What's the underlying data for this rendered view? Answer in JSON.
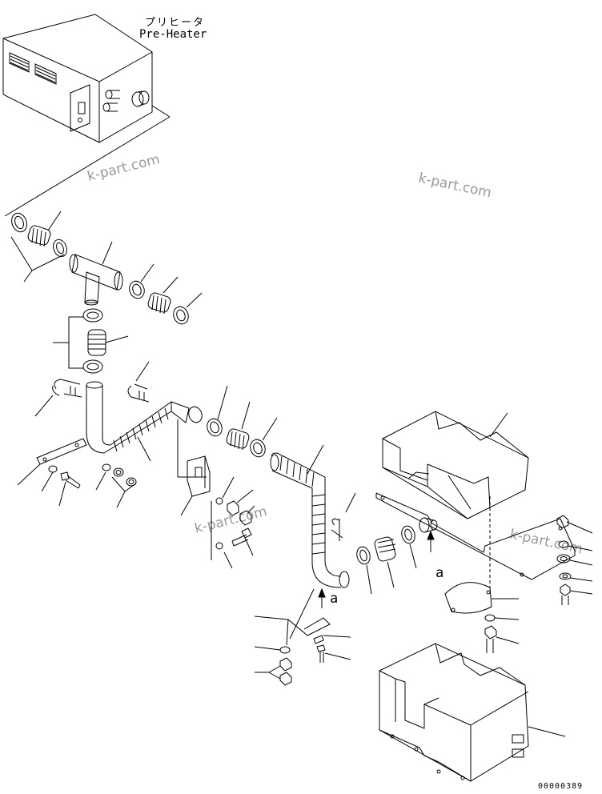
{
  "title": {
    "japanese": "プリヒータ",
    "english": "Pre-Heater"
  },
  "watermarks": [
    "k-part.com",
    "k-part.com",
    "k-part.com",
    "k-part.com"
  ],
  "arrow_labels": [
    "a",
    "a"
  ],
  "drawing_number": "00000389",
  "colors": {
    "line": "#000000",
    "watermark": "#9a9a9a",
    "background": "#ffffff"
  }
}
